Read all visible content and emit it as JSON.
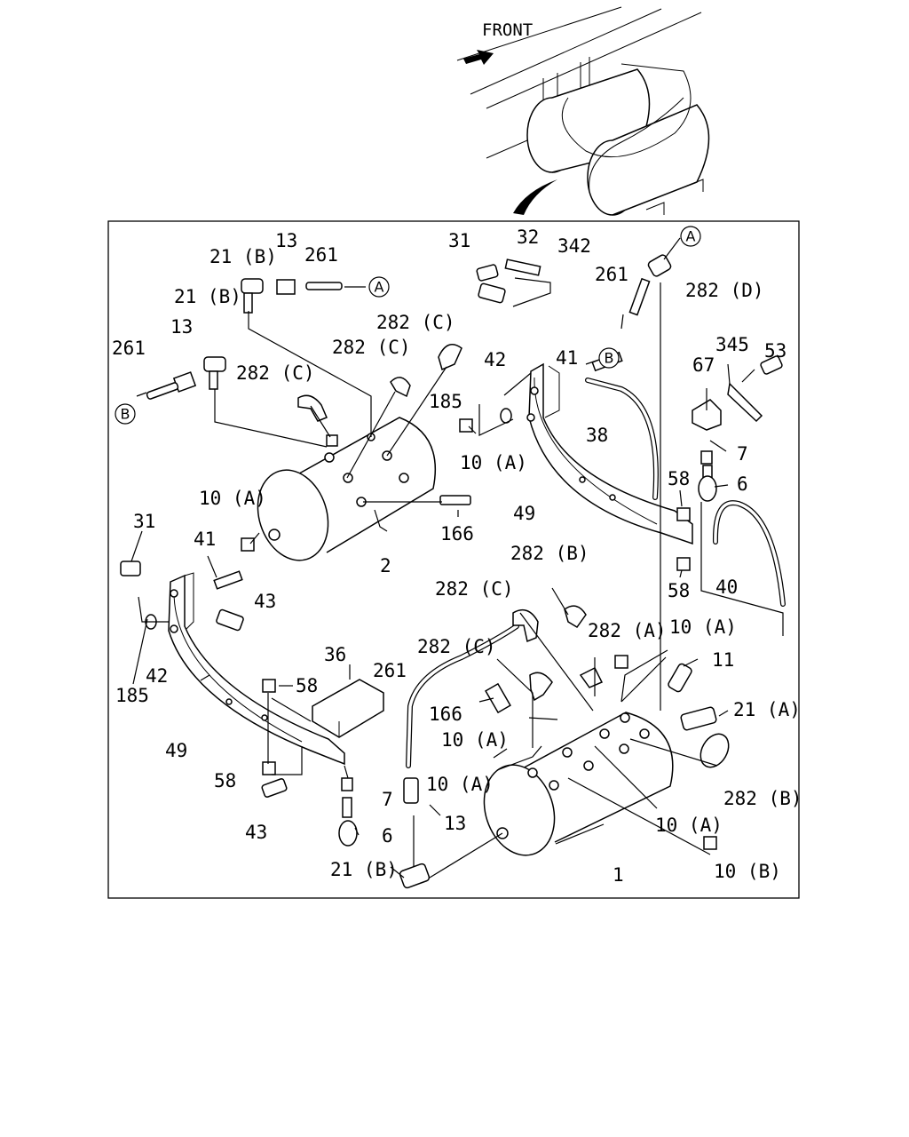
{
  "header": {
    "front_label": "FRONT"
  },
  "refs": {
    "a": "A",
    "b": "B"
  },
  "labels": {
    "l_21b_1": "21 (B)",
    "l_13_1": "13",
    "l_261_1": "261",
    "l_21b_2": "21 (B)",
    "l_13_2": "13",
    "l_261_2": "261",
    "l_282c_1": "282 (C)",
    "l_282c_2": "282 (C)",
    "l_282c_3": "282 (C)",
    "l_31_1": "31",
    "l_32": "32",
    "l_342": "342",
    "l_261_3": "261",
    "l_282d": "282 (D)",
    "l_41_1": "41",
    "l_42_1": "42",
    "l_185_1": "185",
    "l_10a_1": "10 (A)",
    "l_38": "38",
    "l_67": "67",
    "l_345": "345",
    "l_53": "53",
    "l_7_1": "7",
    "l_6_1": "6",
    "l_49_1": "49",
    "l_58_1": "58",
    "l_58_2": "58",
    "l_40": "40",
    "l_10a_2": "10 (A)",
    "l_166_1": "166",
    "l_2": "2",
    "l_31_2": "31",
    "l_41_2": "41",
    "l_43_1": "43",
    "l_42_2": "42",
    "l_185_2": "185",
    "l_49_2": "49",
    "l_36": "36",
    "l_58_3": "58",
    "l_58_4": "58",
    "l_43_2": "43",
    "l_7_2": "7",
    "l_6_2": "6",
    "l_282b_1": "282 (B)",
    "l_282c_4": "282 (C)",
    "l_282a": "282 (A)",
    "l_10a_3": "10 (A)",
    "l_11": "11",
    "l_282c_5": "282 (C)",
    "l_261_4": "261",
    "l_166_2": "166",
    "l_10a_4": "10 (A)",
    "l_21a": "21 (A)",
    "l_10a_5": "10 (A)",
    "l_13_3": "13",
    "l_10a_6": "10 (A)",
    "l_282b_2": "282 (B)",
    "l_21b_3": "21 (B)",
    "l_1": "1",
    "l_10b": "10 (B)"
  }
}
